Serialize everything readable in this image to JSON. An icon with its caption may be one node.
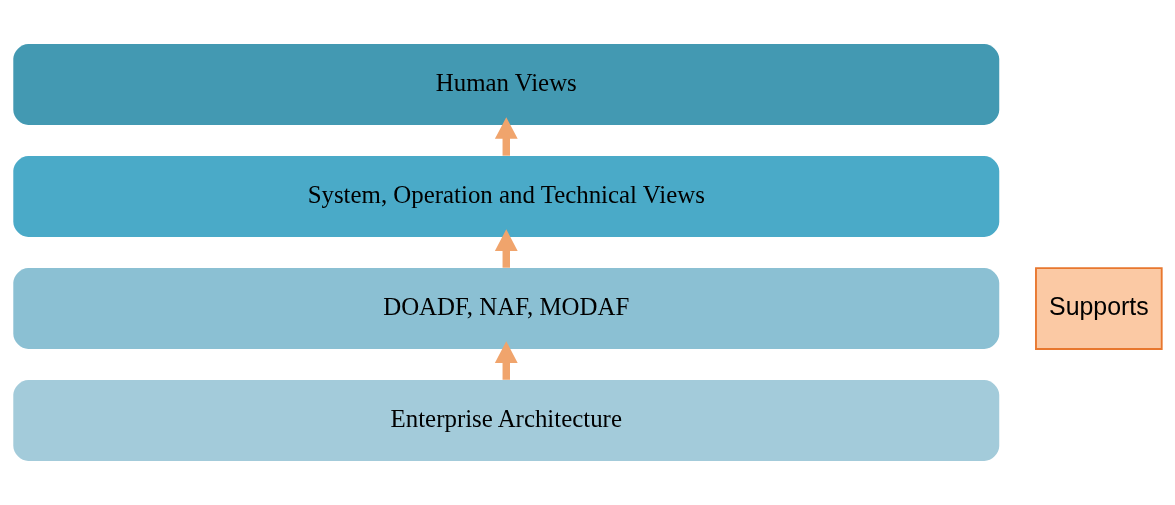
{
  "diagram": {
    "nodes": [
      {
        "text": [
          "Human Views"
        ]
      },
      {
        "text": [
          "System, Operation and Technical Views"
        ]
      },
      {
        "text": [
          "DOADF, NAF, MODAF"
        ]
      },
      {
        "text": [
          "Enterprise Architecture"
        ]
      },
      {
        "text": [
          "Supports"
        ]
      }
    ],
    "edges": [
      {
        "from": 3,
        "to": 2,
        "arrow": "to"
      },
      {
        "from": 2,
        "to": 1,
        "arrow": "to"
      },
      {
        "from": 1,
        "to": 0,
        "arrow": "to"
      }
    ]
  }
}
